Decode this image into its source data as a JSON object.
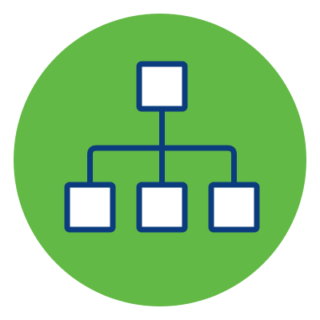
{
  "icon": {
    "name": "hierarchy-org-chart-icon",
    "colors": {
      "background_circle": "#63B946",
      "stroke": "#0B3C7D",
      "box_fill": "#FFFFFF",
      "page_background": "#FFFFFF"
    },
    "nodes": [
      {
        "name": "root-node",
        "level": 1
      },
      {
        "name": "child-node-left",
        "level": 2
      },
      {
        "name": "child-node-center",
        "level": 2
      },
      {
        "name": "child-node-right",
        "level": 2
      }
    ]
  }
}
